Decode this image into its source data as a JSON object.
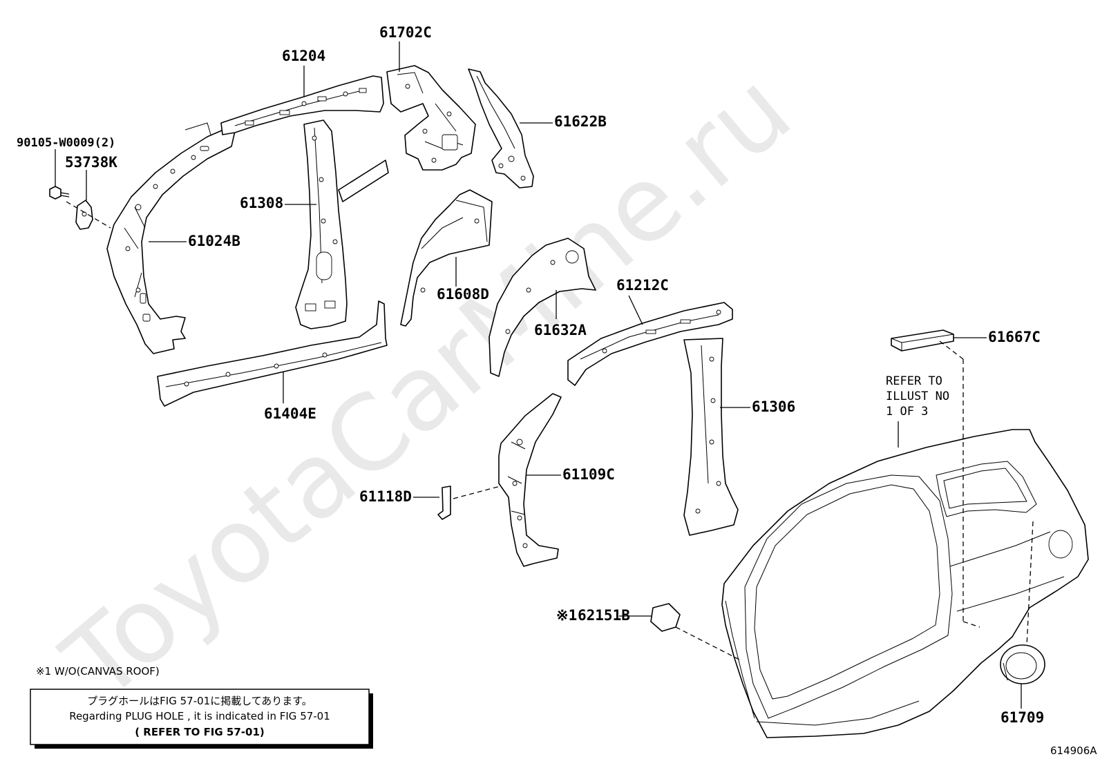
{
  "watermark": "ToyotaCarMine.ru",
  "parts": {
    "p61702C": "61702C",
    "p61204": "61204",
    "p61622B": "61622B",
    "p90105": "90105-W0009(2)",
    "p53738K": "53738K",
    "p61308": "61308",
    "p61024B": "61024B",
    "p61608D": "61608D",
    "p61632A": "61632A",
    "p61212C": "61212C",
    "p61404E": "61404E",
    "p61306": "61306",
    "p61667C": "61667C",
    "p61109C": "61109C",
    "p61118D": "61118D",
    "p62151B": "62151B",
    "p61709": "61709"
  },
  "marker": "※1",
  "refer": {
    "line1": "REFER TO",
    "line2": "ILLUST NO",
    "line3": "1 OF 3"
  },
  "footnote": "※1 W/O(CANVAS ROOF)",
  "notebox": {
    "line1": "プラグホールはFIG 57-01に掲載してあります。",
    "line2": "Regarding PLUG HOLE , it is indicated in FIG 57-01",
    "line3": "( REFER TO FIG 57-01)"
  },
  "figure_code": "614906A"
}
